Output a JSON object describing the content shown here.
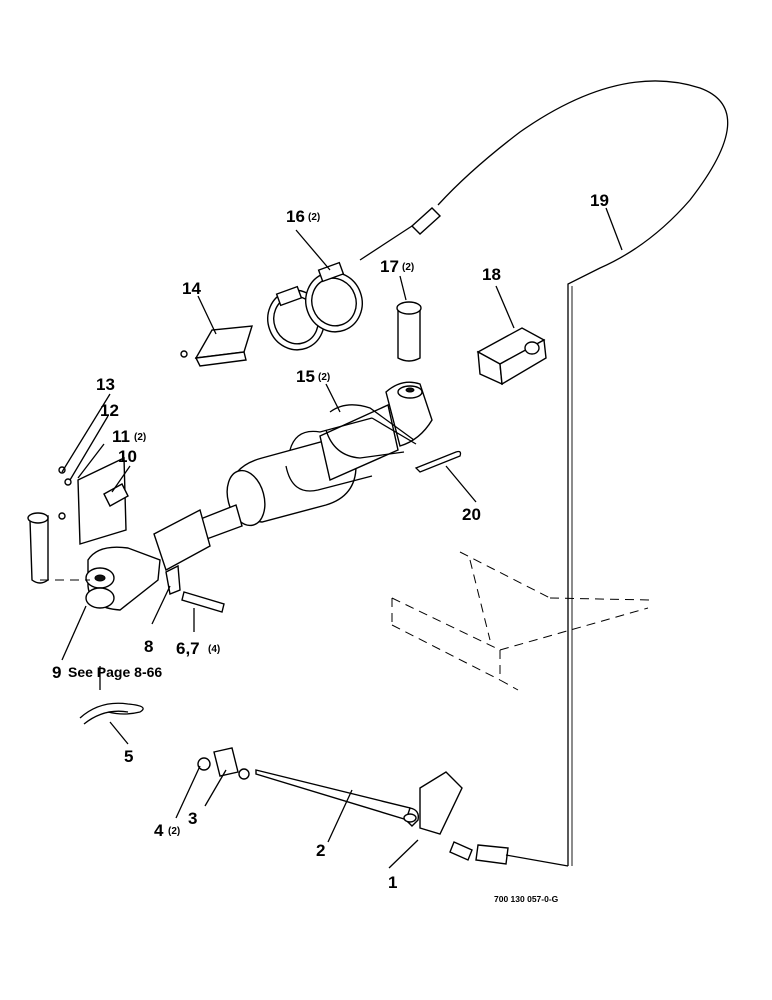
{
  "drawing_number": "700 130 057-0-G",
  "callouts": [
    {
      "id": "c1",
      "num": "1",
      "qty": ""
    },
    {
      "id": "c2",
      "num": "2",
      "qty": ""
    },
    {
      "id": "c3",
      "num": "3",
      "qty": ""
    },
    {
      "id": "c4",
      "num": "4",
      "qty": "(2)"
    },
    {
      "id": "c5",
      "num": "5",
      "qty": ""
    },
    {
      "id": "c67",
      "num": "6,7",
      "qty": "(4)"
    },
    {
      "id": "c8",
      "num": "8",
      "qty": ""
    },
    {
      "id": "c9",
      "num": "9",
      "qty": "",
      "note": "See Page 8-66"
    },
    {
      "id": "c10",
      "num": "10",
      "qty": ""
    },
    {
      "id": "c11",
      "num": "11",
      "qty": "(2)"
    },
    {
      "id": "c12",
      "num": "12",
      "qty": ""
    },
    {
      "id": "c13",
      "num": "13",
      "qty": ""
    },
    {
      "id": "c14",
      "num": "14",
      "qty": ""
    },
    {
      "id": "c15",
      "num": "15",
      "qty": "(2)"
    },
    {
      "id": "c16",
      "num": "16",
      "qty": "(2)"
    },
    {
      "id": "c17",
      "num": "17",
      "qty": "(2)"
    },
    {
      "id": "c18",
      "num": "18",
      "qty": ""
    },
    {
      "id": "c19",
      "num": "19",
      "qty": ""
    },
    {
      "id": "c20",
      "num": "20",
      "qty": ""
    }
  ]
}
